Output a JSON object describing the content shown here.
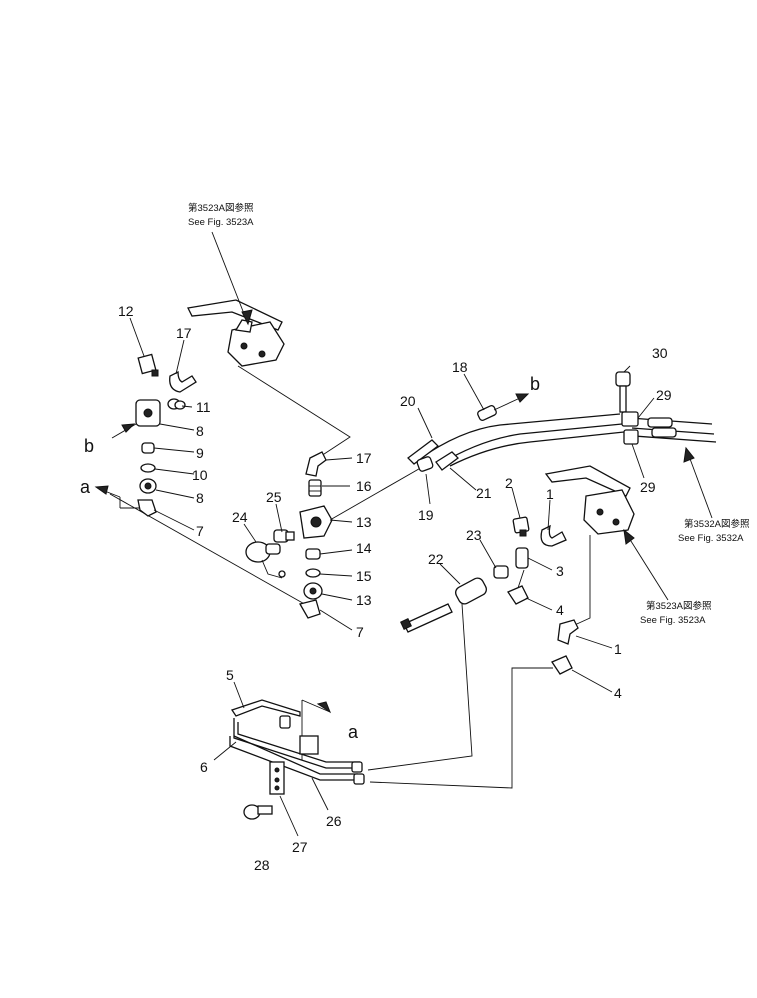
{
  "callouts": [
    {
      "id": "c1a",
      "text": "1"
    },
    {
      "id": "c1b",
      "text": "1"
    },
    {
      "id": "c2",
      "text": "2"
    },
    {
      "id": "c3",
      "text": "3"
    },
    {
      "id": "c4a",
      "text": "4"
    },
    {
      "id": "c4b",
      "text": "4"
    },
    {
      "id": "c5",
      "text": "5"
    },
    {
      "id": "c6",
      "text": "6"
    },
    {
      "id": "c7a",
      "text": "7"
    },
    {
      "id": "c7b",
      "text": "7"
    },
    {
      "id": "c8a",
      "text": "8"
    },
    {
      "id": "c8b",
      "text": "8"
    },
    {
      "id": "c9",
      "text": "9"
    },
    {
      "id": "c10",
      "text": "10"
    },
    {
      "id": "c11",
      "text": "11"
    },
    {
      "id": "c12",
      "text": "12"
    },
    {
      "id": "c13a",
      "text": "13"
    },
    {
      "id": "c13b",
      "text": "13"
    },
    {
      "id": "c14",
      "text": "14"
    },
    {
      "id": "c15",
      "text": "15"
    },
    {
      "id": "c16",
      "text": "16"
    },
    {
      "id": "c17a",
      "text": "17"
    },
    {
      "id": "c17b",
      "text": "17"
    },
    {
      "id": "c18",
      "text": "18"
    },
    {
      "id": "c19",
      "text": "19"
    },
    {
      "id": "c20",
      "text": "20"
    },
    {
      "id": "c21",
      "text": "21"
    },
    {
      "id": "c22",
      "text": "22"
    },
    {
      "id": "c23",
      "text": "23"
    },
    {
      "id": "c24",
      "text": "24"
    },
    {
      "id": "c25",
      "text": "25"
    },
    {
      "id": "c26",
      "text": "26"
    },
    {
      "id": "c27",
      "text": "27"
    },
    {
      "id": "c28",
      "text": "28"
    },
    {
      "id": "c29a",
      "text": "29"
    },
    {
      "id": "c29b",
      "text": "29"
    },
    {
      "id": "c30",
      "text": "30"
    }
  ],
  "connection_markers": {
    "a_left": "a",
    "a_right": "a",
    "b_left": "b",
    "b_right": "b"
  },
  "figure_refs": {
    "top_left": {
      "jp": "第3523A図参照",
      "en": "See Fig. 3523A"
    },
    "right_top": {
      "jp": "第3532A図参照",
      "en": "See Fig. 3532A"
    },
    "right_bottom": {
      "jp": "第3523A図参照",
      "en": "See Fig. 3523A"
    }
  }
}
